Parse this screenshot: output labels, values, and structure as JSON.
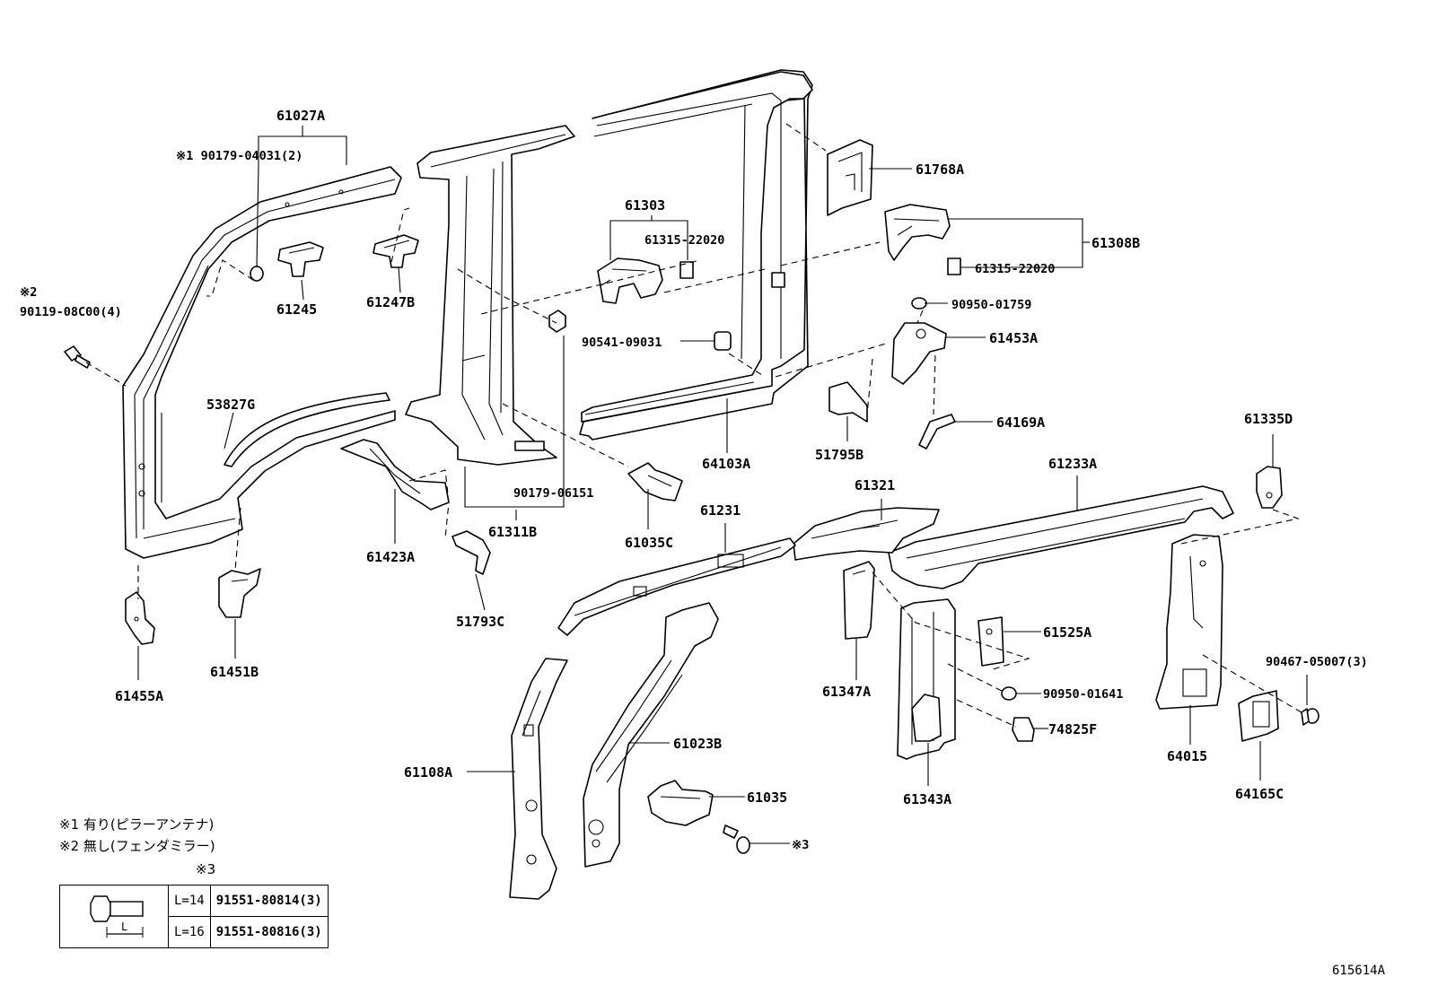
{
  "diagram": {
    "labels": {
      "l61027A": "61027A",
      "l90179_04031": "※1 90179-04031(2)",
      "l61245": "61245",
      "l61247B": "61247B",
      "l90119": "90119-08C00(4)",
      "lnote2": "※2",
      "l53827G": "53827G",
      "l61455A": "61455A",
      "l61451B": "61451B",
      "l61423A": "61423A",
      "l51793C": "51793C",
      "l61311B": "61311B",
      "l90179_06151": "90179-06151",
      "l61035C": "61035C",
      "l61303": "61303",
      "l61315a": "61315-22020",
      "l90541": "90541-09031",
      "l64103A": "64103A",
      "l61768A": "61768A",
      "l61308B": "61308B",
      "l61315b": "61315-22020",
      "l90950_01759": "90950-01759",
      "l61453A": "61453A",
      "l51795B": "51795B",
      "l64169A": "64169A",
      "l61335D": "61335D",
      "l61233A": "61233A",
      "l61321": "61321",
      "l61231": "61231",
      "l61525A": "61525A",
      "l90467": "90467-05007(3)",
      "l90950_01641": "90950-01641",
      "l74825F": "74825F",
      "l61347A": "61347A",
      "l61343A": "61343A",
      "l64015": "64015",
      "l64165C": "64165C",
      "l61023B": "61023B",
      "l61108A": "61108A",
      "l61035": "61035",
      "l_ref3": "※3"
    },
    "notes": {
      "note1": "※1 有り(ピラーアンテナ)",
      "note2": "※2 無し(フェンダミラー)",
      "note3": "※3"
    },
    "bolt_table": {
      "dimension_label": "L",
      "rows": [
        {
          "length": "L=14",
          "part": "91551-80814(3)"
        },
        {
          "length": "L=16",
          "part": "91551-80816(3)"
        }
      ]
    },
    "figure_id": "615614A"
  }
}
